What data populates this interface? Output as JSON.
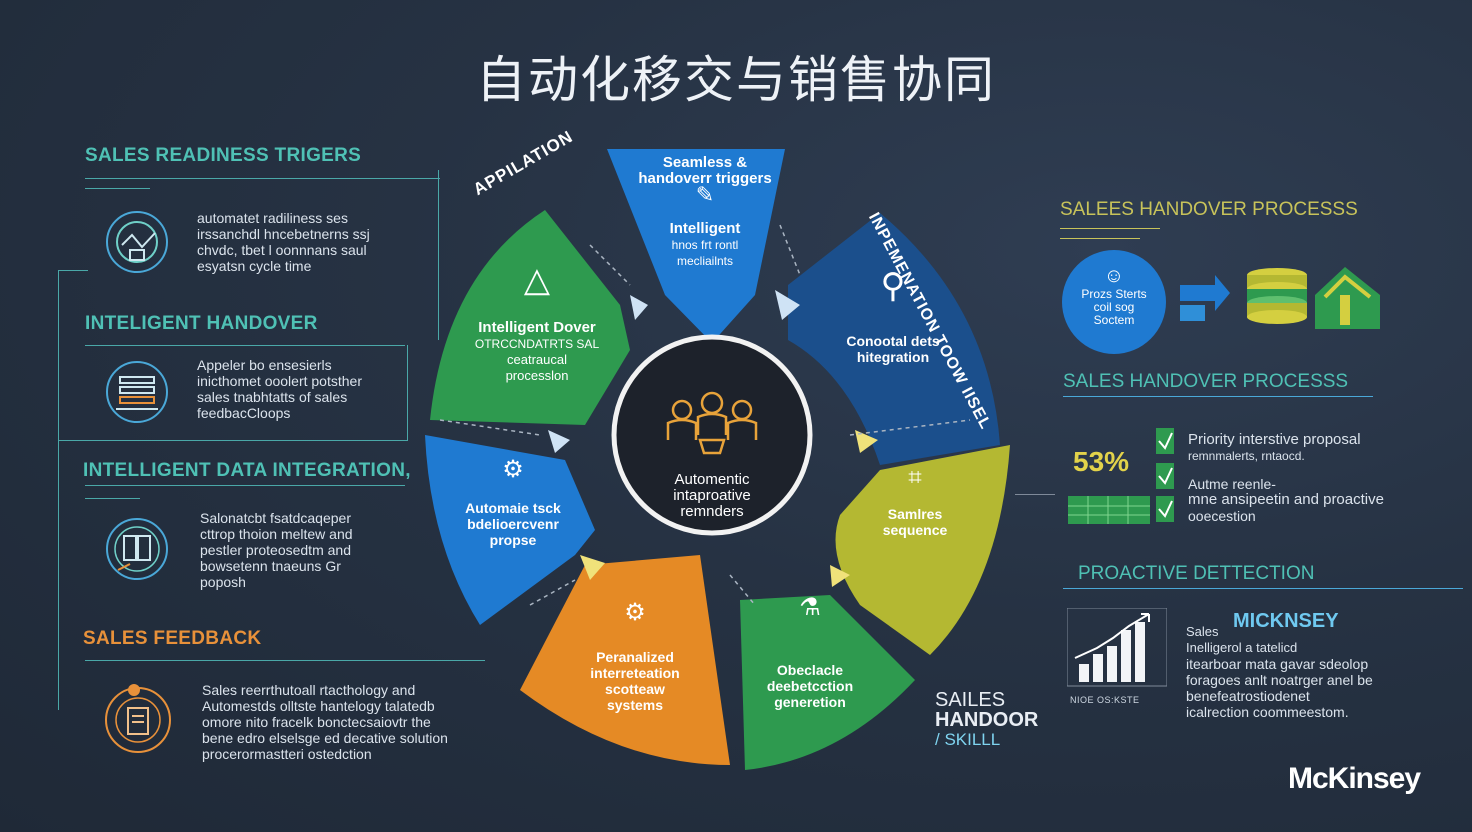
{
  "title": "自动化移交与销售协同",
  "left": {
    "sections": [
      {
        "heading": "SALES READINESS TRIGERS",
        "icon": "readiness-icon",
        "lines": [
          "automatet radiliness ses",
          "irssanchdl hncebetnerns ssj",
          "chvdc, tbet l oonnnans saul",
          "esyatsn cycle time"
        ]
      },
      {
        "heading": "INTELIGENT HANDOVER",
        "icon": "handover-icon",
        "lines": [
          "Appeler bo ensesierls",
          "inicthomet ooolert potsther",
          "sales tnabhtatts of sales",
          "feedbacCloops"
        ]
      },
      {
        "heading": "INTELLIGENT DATA INTEGRATION,",
        "icon": "data-integration-icon",
        "lines": [
          "Salonatcbt fsatdcaqeper",
          "cttrop thoion meltew and",
          "pestler proteosedtm and",
          "bowsetenn tnaeuns Gr",
          "poposh"
        ]
      },
      {
        "heading": "SALES FEEDBACK",
        "icon": "feedback-icon",
        "lines": [
          "Sales reerrthutoall rtacthology and",
          "Automestds olltste hantelogy talatedb",
          "omore nito fracelk bonctecsaiovtr the",
          "bene edro elselsge ed decative solution",
          "procerormastteri ostedction"
        ]
      }
    ]
  },
  "wheel": {
    "center": {
      "icon": "team-icon",
      "lines": [
        "Automentic",
        "intaproative",
        "remnders"
      ]
    },
    "segments": [
      {
        "icon": "trigger-icon",
        "lines": [
          "Seamless &",
          "handoverr triggers",
          "Intelligent",
          "hnos frt rontl",
          "mecliailnts"
        ]
      },
      {
        "icon": "pin-icon",
        "lines": [
          "Conootal dets",
          "hitegration"
        ]
      },
      {
        "icon": "chart-icon",
        "lines": [
          "Samlres",
          "sequence"
        ]
      },
      {
        "icon": "flask-icon",
        "lines": [
          "Obeclacle",
          "deebetcction",
          "generetion"
        ]
      },
      {
        "icon": "gear-icon",
        "lines": [
          "Peranalized",
          "interreteation",
          "scotteaw",
          "systems"
        ]
      },
      {
        "icon": "task-icon",
        "lines": [
          "Automaie tsck",
          "bdelioercvenr",
          "propse"
        ]
      },
      {
        "icon": "triangle-icon",
        "lines": [
          "Intelligent Dover",
          "OTRCCNDATRTS SAL",
          "ceatraucal",
          "processlon"
        ]
      }
    ],
    "arc_labels": {
      "top_left": "APPILATION",
      "right": "INPEMENATION TOOW IISEL"
    },
    "corner_text": [
      "SAILES",
      "HANDOOR",
      "/ SKILLL"
    ]
  },
  "right": {
    "process1": {
      "heading": "SALEES HANDOVER PROCESSS",
      "circle_lines": [
        "Prozs  Sterts",
        "coil sog",
        "Soctem"
      ]
    },
    "process2": {
      "heading": "SALES HANDOVER  PROCESSS",
      "percent": "53%",
      "items": [
        {
          "lines": [
            "Priority interstive proposal",
            "remnmalerts, rntaocd."
          ]
        },
        {
          "lines": [
            "Autme reenle-",
            "mne ansipeetin and proactive",
            "ooecestion"
          ]
        }
      ]
    },
    "detection": {
      "heading": "PROACTIVE  DETTECTION",
      "chart_caption": "NIOE OS:KSTE",
      "brand_tag": "MICKNSEY",
      "lines": [
        "Sales",
        "Inelligerol a tatelicd",
        "itearboar mata gavar sdeolop",
        "foragoes anlt noatrger anel be",
        "benefeatrostiodenet",
        "icalrection coommeestom."
      ]
    }
  },
  "logo": "McKinsey",
  "colors": {
    "blue": "#1f7ad1",
    "navy": "#1b4f8c",
    "green": "#2e9a4f",
    "lime": "#b4b832",
    "orange": "#e58a25",
    "teal": "#4fc1b5",
    "dark": "#263243"
  }
}
